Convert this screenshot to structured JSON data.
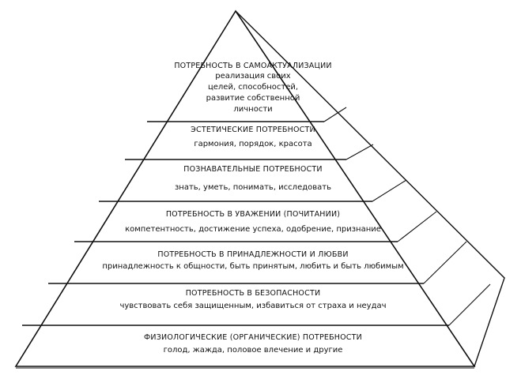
{
  "pyramid": {
    "levels": [
      {
        "heading": "ПОТРЕБНОСТЬ В САМОАКТУАЛИЗАЦИИ",
        "lines": [
          "реализация своих",
          "целей, способностей,",
          "развитие собственной",
          "личности"
        ]
      },
      {
        "heading": "ЭСТЕТИЧЕСКИЕ ПОТРЕБНОСТИ",
        "lines": [
          "гармония, порядок, красота"
        ]
      },
      {
        "heading": "ПОЗНАВАТЕЛЬНЫЕ ПОТРЕБНОСТИ",
        "lines": [
          "знать, уметь, понимать, исследовать"
        ]
      },
      {
        "heading": "ПОТРЕБНОСТЬ В УВАЖЕНИИ (ПОЧИТАНИИ)",
        "lines": [
          "компетентность, достижение успеха, одобрение, признание"
        ]
      },
      {
        "heading": "ПОТРЕБНОСТЬ В ПРИНАДЛЕЖНОСТИ И ЛЮБВИ",
        "lines": [
          "принадлежность к общности, быть принятым, любить и быть любимым"
        ]
      },
      {
        "heading": "ПОТРЕБНОСТЬ В БЕЗОПАСНОСТИ",
        "lines": [
          "чувствовать себя защищенным, избавиться от страха и неудач"
        ]
      },
      {
        "heading": "ФИЗИОЛОГИЧЕСКИЕ (ОРГАНИЧЕСКИЕ) ПОТРЕБНОСТИ",
        "lines": [
          "голод, жажда, половое влечение и другие"
        ]
      }
    ]
  },
  "colors": {
    "line": "#111111",
    "background": "#ffffff"
  }
}
